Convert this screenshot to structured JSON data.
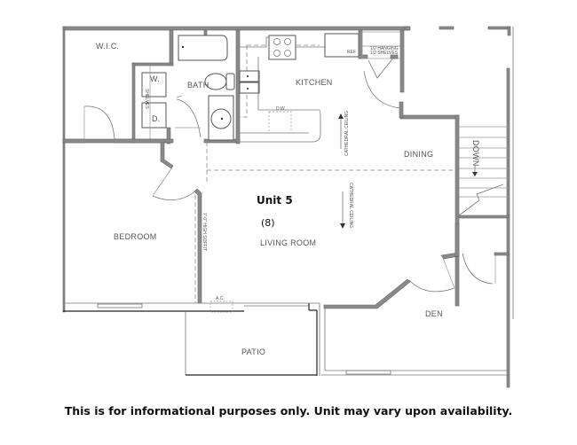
{
  "floor_plan": {
    "unit_title": "Unit 5",
    "unit_number": "(8)",
    "rooms": {
      "wic": "W.I.C.",
      "bath": "BATH",
      "kitchen": "KITCHEN",
      "dining": "DINING",
      "living_room": "LIVING ROOM",
      "bedroom": "BEDROOM",
      "den": "DEN",
      "patio": "PATIO"
    },
    "fixtures": {
      "washer": "W.",
      "dryer": "D.",
      "shelves": "SHELVES",
      "dishwasher": "D.W.",
      "refrigerator": "REF",
      "pantry_line1": "1/2 HANGING",
      "pantry_line2": "1/2 SHELVES",
      "ac": "A.C.",
      "stairs": "DOWN",
      "cathedral_ceiling": "CATHEDRAL CEILING",
      "wall_note": "7'-0\" HIGH SOFFIT"
    }
  },
  "disclaimer": "This is for informational purposes only. Unit may vary upon availability."
}
